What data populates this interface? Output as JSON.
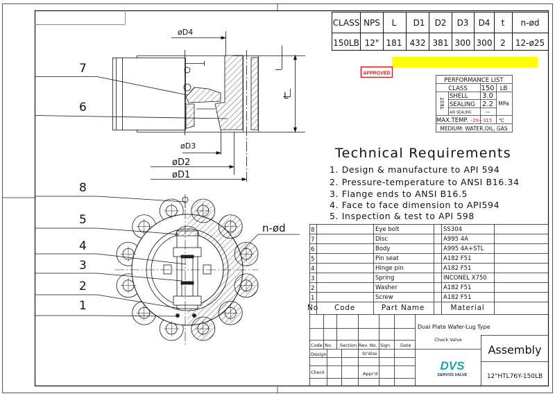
{
  "spec_table": {
    "headers": [
      "CLASS",
      "NPS",
      "L",
      "D1",
      "D2",
      "D3",
      "D4",
      "t",
      "n-ød"
    ],
    "values": [
      "150LB",
      "12\"",
      "181",
      "432",
      "381",
      "300",
      "300",
      "2",
      "12-ø25"
    ]
  },
  "approved_stamp": "APPROVED",
  "highlight_color": "#ffff00",
  "stamp_color": "#e8141c",
  "performance": {
    "title": "PERFORMANCE LIST",
    "class_label": "CLASS",
    "class_value": "150",
    "class_unit": "LB",
    "test_label": "TEST",
    "shell_label": "SHELL",
    "shell_value": "3.0",
    "sealing_label": "SEALING",
    "sealing_value": "2.2",
    "air_label": "AIR SEALING",
    "air_value": "--",
    "pressure_unit": "MPa",
    "temp_label": "MAX.TEMP.",
    "temp_value": "-29~315",
    "temp_unit": "℃",
    "medium": "MEDIUM: WATER,OIL, GAS"
  },
  "tech": {
    "title": "Technical Requirements",
    "items": [
      "1. Design & manufacture to API 594",
      "2. Pressure-temperature to ANSI B16.34",
      "3. Flange ends to ANSI B16.5",
      "4. Face to face dimension to API594",
      "5. Inspection & test to API 598"
    ]
  },
  "parts": {
    "rows": [
      {
        "no": "8",
        "name": "Eye bolt",
        "material": "SS304"
      },
      {
        "no": "7",
        "name": "Disc",
        "material": "A995  4A"
      },
      {
        "no": "6",
        "name": "Body",
        "material": "A995  4A+STL"
      },
      {
        "no": "5",
        "name": "Pin seat",
        "material": "A182  F51"
      },
      {
        "no": "4",
        "name": "Hinge pin",
        "material": "A182  F51"
      },
      {
        "no": "3",
        "name": "Spring",
        "material": "INCONEL X750"
      },
      {
        "no": "2",
        "name": "Washer",
        "material": "A182  F51"
      },
      {
        "no": "1",
        "name": "Screw",
        "material": "A182  F51"
      }
    ],
    "header": {
      "no": "No",
      "code": "Code",
      "name": "Part Name",
      "material": "Material"
    }
  },
  "title_block": {
    "rev_headers": [
      "Code",
      "No.",
      "Section",
      "Rev. No.",
      "Sign",
      "Date"
    ],
    "design": "Design",
    "stdize": "St'dize",
    "check": "Check",
    "apprd": "Appr'd",
    "product_line1": "Dual Plate Wafer-Lug Type",
    "product_line2": "Check Valve",
    "assembly": "Assembly",
    "model": "12\"HTL76Y-150LB",
    "logo": "DVS",
    "company": "DERVOS VALVE",
    "logo_color": "#19a7a0"
  },
  "drawing": {
    "callouts": [
      "7",
      "6",
      "8",
      "5",
      "4",
      "3",
      "2",
      "1"
    ],
    "dims": {
      "d4": "øD4",
      "d3": "øD3",
      "d2": "øD2",
      "d1": "øD1",
      "l": "L",
      "nd": "n-ød"
    }
  }
}
